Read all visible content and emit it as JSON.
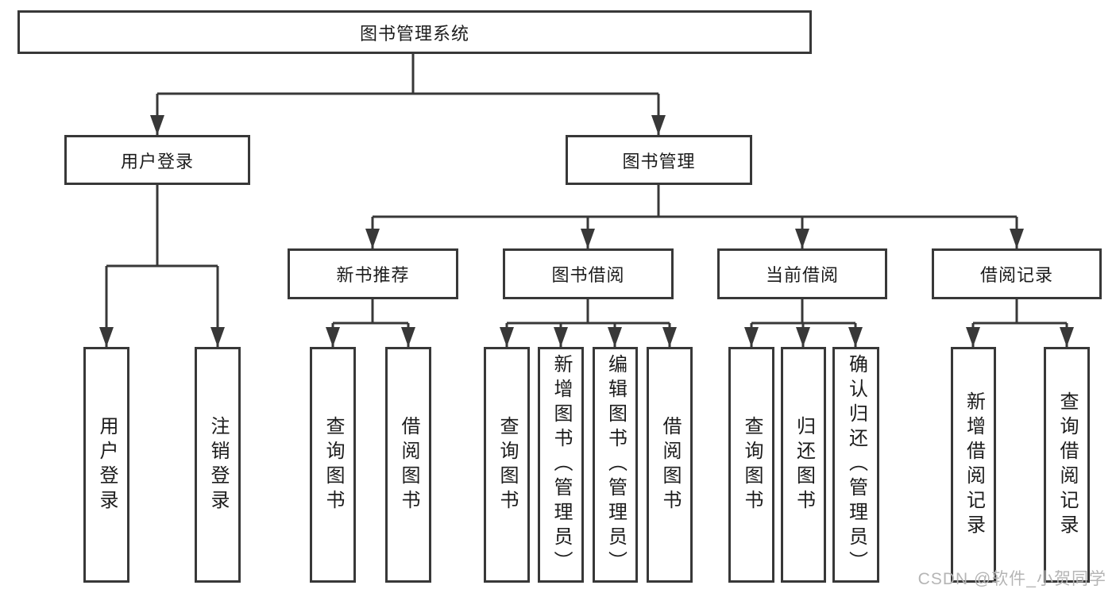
{
  "tree": {
    "root": {
      "label": "图书管理系统"
    },
    "children": [
      {
        "label": "用户登录",
        "children": [
          {
            "label": "用户登录"
          },
          {
            "label": "注销登录"
          }
        ]
      },
      {
        "label": "图书管理",
        "children": [
          {
            "label": "新书推荐",
            "children": [
              {
                "label": "查询图书"
              },
              {
                "label": "借阅图书"
              }
            ]
          },
          {
            "label": "图书借阅",
            "children": [
              {
                "label": "查询图书"
              },
              {
                "label": "新增图书（管理员）"
              },
              {
                "label": "编辑图书（管理员）"
              },
              {
                "label": "借阅图书"
              }
            ]
          },
          {
            "label": "当前借阅",
            "children": [
              {
                "label": "查询图书"
              },
              {
                "label": "归还图书"
              },
              {
                "label": "确认归还（管理员）"
              }
            ]
          },
          {
            "label": "借阅记录",
            "children": [
              {
                "label": "新增借阅记录"
              },
              {
                "label": "查询借阅记录"
              }
            ]
          }
        ]
      }
    ]
  },
  "watermark": {
    "text": "CSDN @软件_小贺同学"
  },
  "colors": {
    "line": "#383838",
    "text": "#1c1c1c",
    "box_background": "#ffffff",
    "watermark": "#b5b5b5",
    "page_background": "#ffffff"
  }
}
